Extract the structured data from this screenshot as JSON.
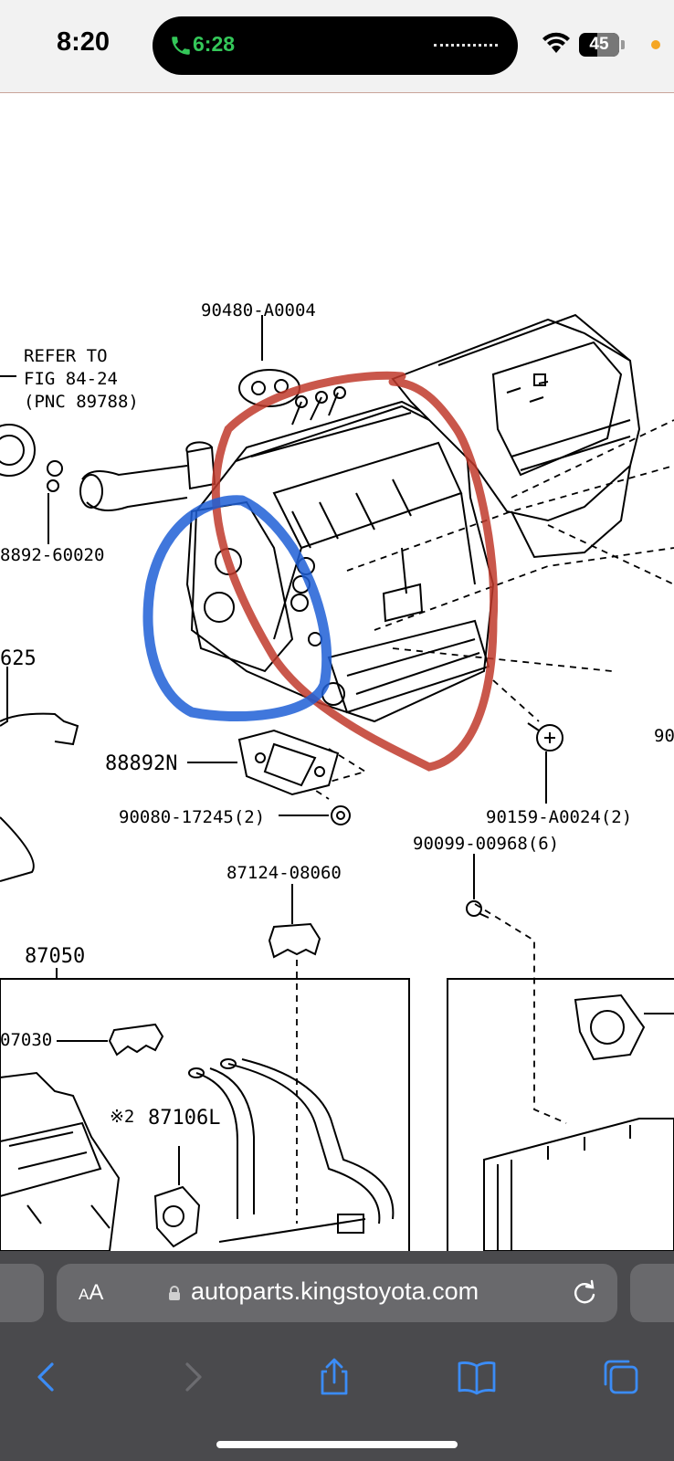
{
  "status_bar": {
    "time": "8:20",
    "call_time": "6:28",
    "battery": "45",
    "icons": [
      "phone-icon",
      "waveform-icon",
      "wifi-icon",
      "battery-icon"
    ]
  },
  "diagram": {
    "labels": {
      "p90480": "90480-A0004",
      "refer1": "REFER TO",
      "refer2": "FIG 84-24",
      "refer3": "(PNC 89788)",
      "p88892_60020": "8892-60020",
      "p625": "625",
      "p88892n": "88892N",
      "p90080": "90080-17245(2)",
      "p90159": "90159-A0024(2)",
      "p90099": "90099-00968(6)",
      "p87124": "87124-08060",
      "p87050": "87050",
      "p07030": "07030",
      "p87106l": "87106L",
      "mark2": "※2",
      "p90r": "90"
    },
    "annotation_colors": {
      "red": "#c0392b",
      "blue": "#1f5fd6"
    }
  },
  "browser": {
    "aa_label": "AA",
    "url": "autoparts.kingstoyota.com",
    "icons": [
      "lock-icon",
      "reload-icon",
      "back-icon",
      "forward-icon",
      "share-icon",
      "bookmarks-icon",
      "tabs-icon"
    ]
  }
}
